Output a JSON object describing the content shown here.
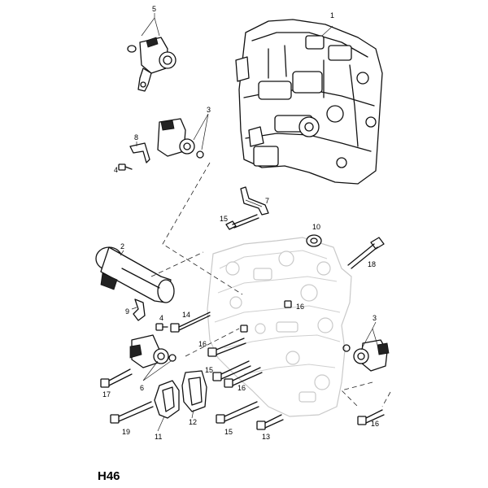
{
  "page_code": "H46",
  "callouts": {
    "c1": "1",
    "c2": "2",
    "c3a": "3",
    "c3b": "3",
    "c4a": "4",
    "c4b": "4",
    "c5": "5",
    "c6": "6",
    "c7": "7",
    "c8": "8",
    "c9": "9",
    "c10": "10",
    "c11": "11",
    "c12": "12",
    "c13": "13",
    "c14": "14",
    "c15a": "15",
    "c15b": "15",
    "c15c": "15",
    "c16a": "16",
    "c16b": "16",
    "c16c": "16",
    "c16d": "16",
    "c17": "17",
    "c18": "18",
    "c19": "19"
  }
}
